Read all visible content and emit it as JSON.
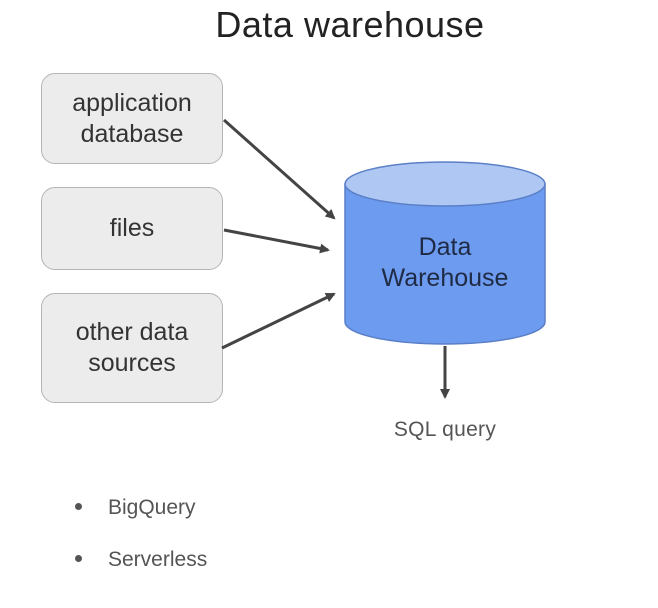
{
  "title": "Data warehouse",
  "sources": [
    {
      "label": "application\ndatabase"
    },
    {
      "label": "files"
    },
    {
      "label": "other data\nsources"
    }
  ],
  "warehouse": {
    "label": "Data\nWarehouse",
    "top_color": "#aec7f3",
    "body_color": "#6d9bef",
    "edge_color": "#5a7fc7"
  },
  "output": {
    "label": "SQL query"
  },
  "bullets": [
    "BigQuery",
    "Serverless"
  ],
  "colors": {
    "box_fill": "#ececec",
    "box_border": "#b5b5b5",
    "arrow": "#444444"
  }
}
